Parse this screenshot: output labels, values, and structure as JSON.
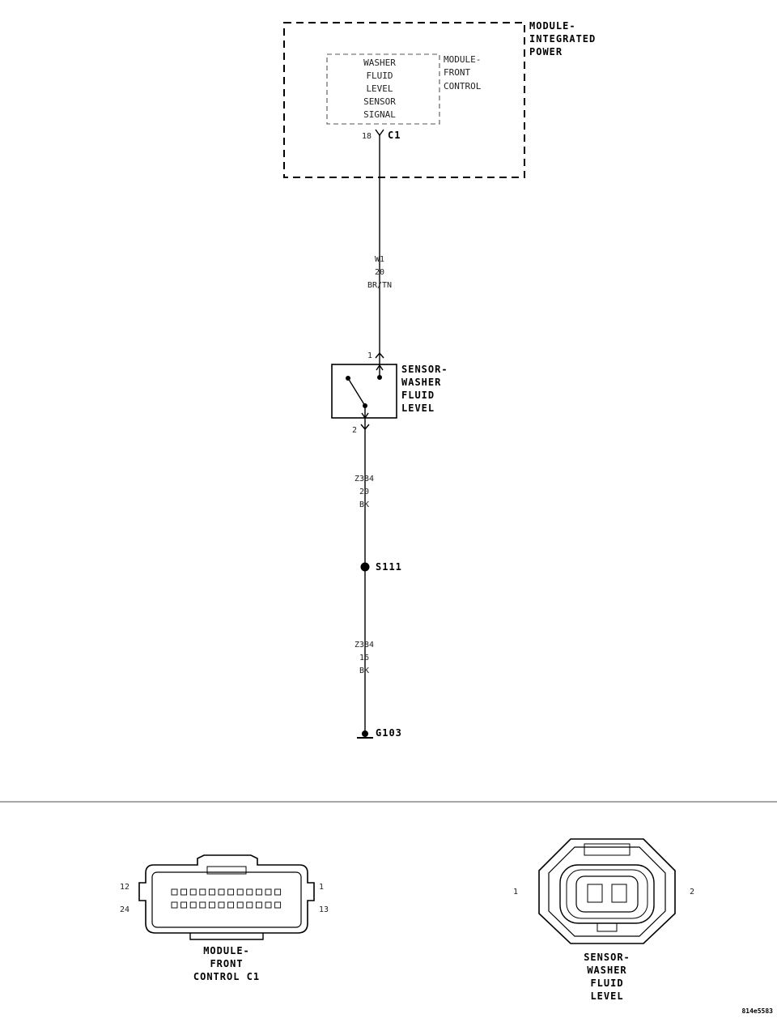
{
  "module_integrated_power": {
    "label_lines": [
      "MODULE-",
      "INTEGRATED",
      "POWER"
    ]
  },
  "module_front_control": {
    "label_lines": [
      "MODULE-",
      "FRONT",
      "CONTROL"
    ],
    "signal_lines": [
      "WASHER",
      "FLUID",
      "LEVEL",
      "SENSOR",
      "SIGNAL"
    ],
    "pin": "18",
    "connector": "C1"
  },
  "wire_w1": {
    "lines": [
      "W1",
      "20",
      "BR/TN"
    ]
  },
  "sensor_washer_fluid_level": {
    "label_lines": [
      "SENSOR-",
      "WASHER",
      "FLUID",
      "LEVEL"
    ],
    "pin_top": "1",
    "pin_bottom": "2"
  },
  "wire_z384_upper": {
    "lines": [
      "Z384",
      "20",
      "BK"
    ]
  },
  "splice": {
    "label": "S111"
  },
  "wire_z384_lower": {
    "lines": [
      "Z384",
      "16",
      "BK"
    ]
  },
  "ground": {
    "label": "G103"
  },
  "connector_front_control_c1": {
    "label_lines": [
      "MODULE-",
      "FRONT",
      "CONTROL C1"
    ],
    "pin_top_left": "12",
    "pin_top_right": "1",
    "pin_bottom_left": "24",
    "pin_bottom_right": "13"
  },
  "connector_sensor": {
    "label_lines": [
      "SENSOR-",
      "WASHER",
      "FLUID",
      "LEVEL"
    ],
    "pin_left": "1",
    "pin_right": "2"
  },
  "figure_id": "814e5583"
}
